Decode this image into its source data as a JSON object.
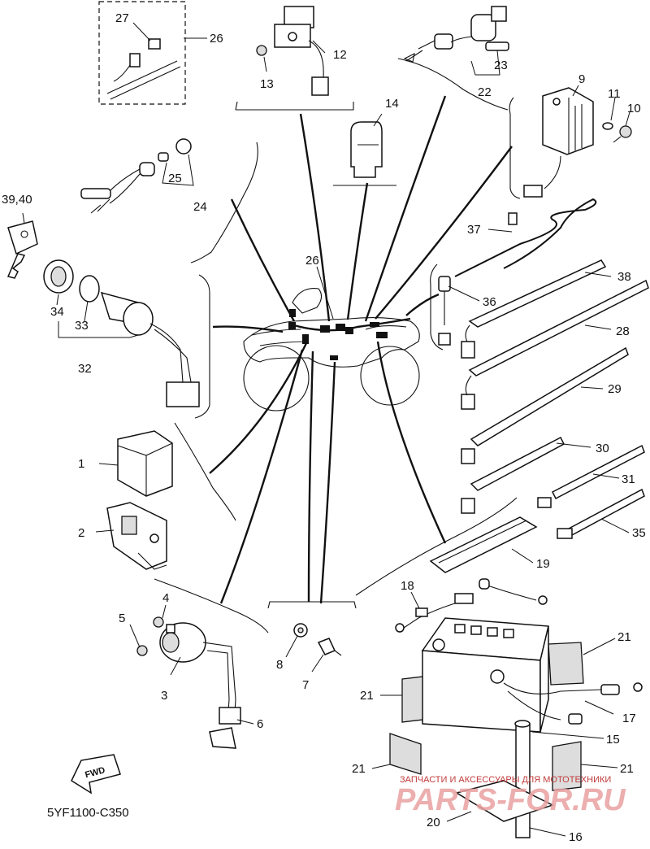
{
  "diagram": {
    "code": "5YF1100-C350",
    "fwd_label": "FWD",
    "watermark": {
      "line1": "ЗАПЧАСТИ И АКСЕССУАРЫ ДЛЯ МОТОТЕХНИКИ",
      "logo_text": "PARTS-FOR.RU"
    },
    "callouts": {
      "c1": "1",
      "c2": "2",
      "c3": "3",
      "c4": "4",
      "c5": "5",
      "c6": "6",
      "c7": "7",
      "c8": "8",
      "c9": "9",
      "c10": "10",
      "c11": "11",
      "c12": "12",
      "c13": "13",
      "c14": "14",
      "c15": "15",
      "c16": "16",
      "c17": "17",
      "c18": "18",
      "c19": "19",
      "c20": "20",
      "c21a": "21",
      "c21b": "21",
      "c21c": "21",
      "c21d": "21",
      "c22": "22",
      "c23": "23",
      "c24": "24",
      "c25": "25",
      "c26a": "26",
      "c26b": "26",
      "c27": "27",
      "c28": "28",
      "c29": "29",
      "c30": "30",
      "c31": "31",
      "c32": "32",
      "c33": "33",
      "c34": "34",
      "c35": "35",
      "c36": "36",
      "c37": "37",
      "c38": "38",
      "c3940": "39,40"
    }
  }
}
